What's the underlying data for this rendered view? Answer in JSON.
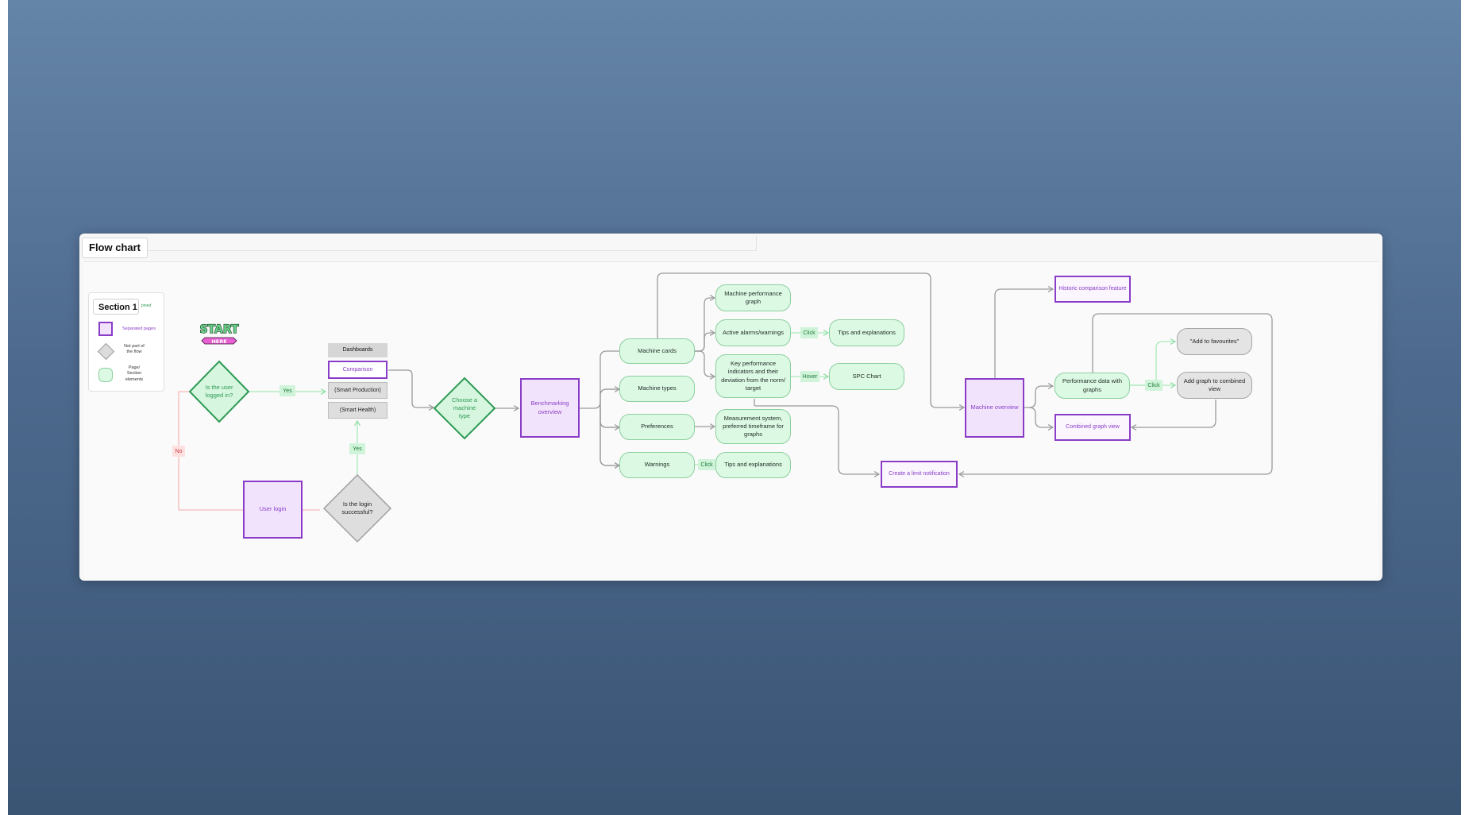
{
  "panel": {
    "title": "Flow chart"
  },
  "legend": {
    "title": "Section 1",
    "hint": "pined",
    "items": [
      {
        "label": "Separated pages",
        "color": "#8a3cc8"
      },
      {
        "label": "Not part of the flow",
        "color": "#a5a5a5"
      },
      {
        "label": "Page/ Section elements",
        "color": "#8ccf9e"
      }
    ]
  },
  "start_badge": {
    "top": "START",
    "bottom": "HERE"
  },
  "decisions": {
    "logged_in": "Is the user logged in?",
    "choose_type": "Choose a machine type",
    "login_success": "Is the login successful?"
  },
  "labels": {
    "yes": "Yes",
    "no": "No",
    "click": "Click",
    "hover": "Hover"
  },
  "dashboards": {
    "title": "Dashboards",
    "items": [
      "Comparison",
      "(Smart Production)",
      "(Smart Health)"
    ]
  },
  "pages": {
    "user_login": "User login",
    "benchmarking": "Benchmarking overview",
    "machine_overview": "Machine overview",
    "historic": "Historic comparison feature",
    "combined": "Combined graph view",
    "limit": "Create a limit notification"
  },
  "elements": {
    "machine_cards": "Machine cards",
    "machine_types": "Machine types",
    "preferences": "Preferences",
    "warnings": "Warnings",
    "perf_graph": "Machine performance graph",
    "alarms": "Active alarms/warnings",
    "kpi": "Key performance indicators and their deviation from the norm/ target",
    "measurement": "Measurement system, preferred timeframe for graphs",
    "tips_warn": "Tips and explanations",
    "tips_alarm": "Tips and explanations",
    "spc": "SPC Chart",
    "perf_data": "Performance data with graphs",
    "add_fav": "\"Add to favourites\"",
    "add_graph": "Add graph to combined view"
  },
  "colors": {
    "page_border": "#8a3cc8",
    "page_fill": "#f1e3fb",
    "element_fill": "#dcf9e4",
    "element_border": "#8ccf9e",
    "decision_border": "#2e9a55",
    "connector": "#9a9a9a",
    "yes_line": "#a7e9b9",
    "no_line": "#f6b9b9"
  }
}
